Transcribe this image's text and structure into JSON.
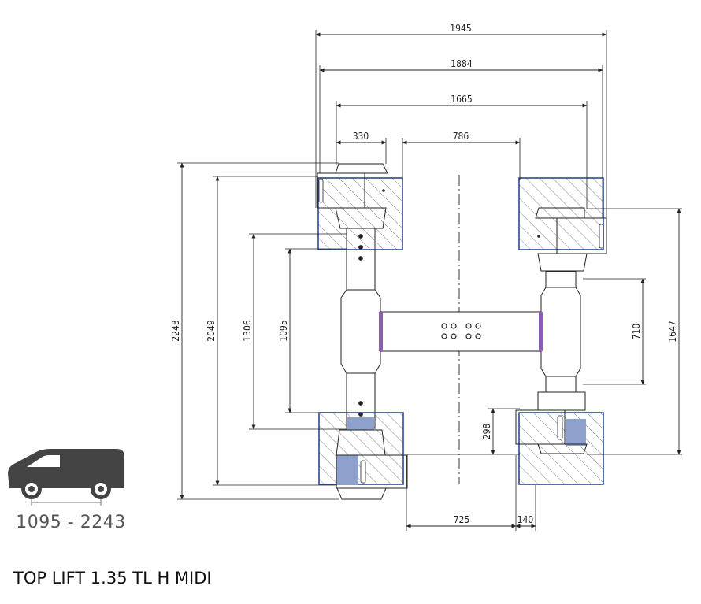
{
  "title": "TOP LIFT 1.35 TL H MIDI",
  "vehicle_range": "1095 - 2243",
  "dimensions": {
    "top_overall": "1945",
    "top_second": "1884",
    "top_third": "1665",
    "arm_width": "330",
    "center_gap": "786",
    "left_overall": "2243",
    "left_2049": "2049",
    "left_1306": "1306",
    "left_1095": "1095",
    "right_710": "710",
    "right_1647": "1647",
    "bottom_298": "298",
    "bottom_725": "725",
    "bottom_140": "140"
  },
  "colors": {
    "pad_outline": "#1f3f8a",
    "pad_fill": "#8ea0cc",
    "highlight": "#8a5fb0",
    "line": "#222222",
    "van": "#444444"
  }
}
